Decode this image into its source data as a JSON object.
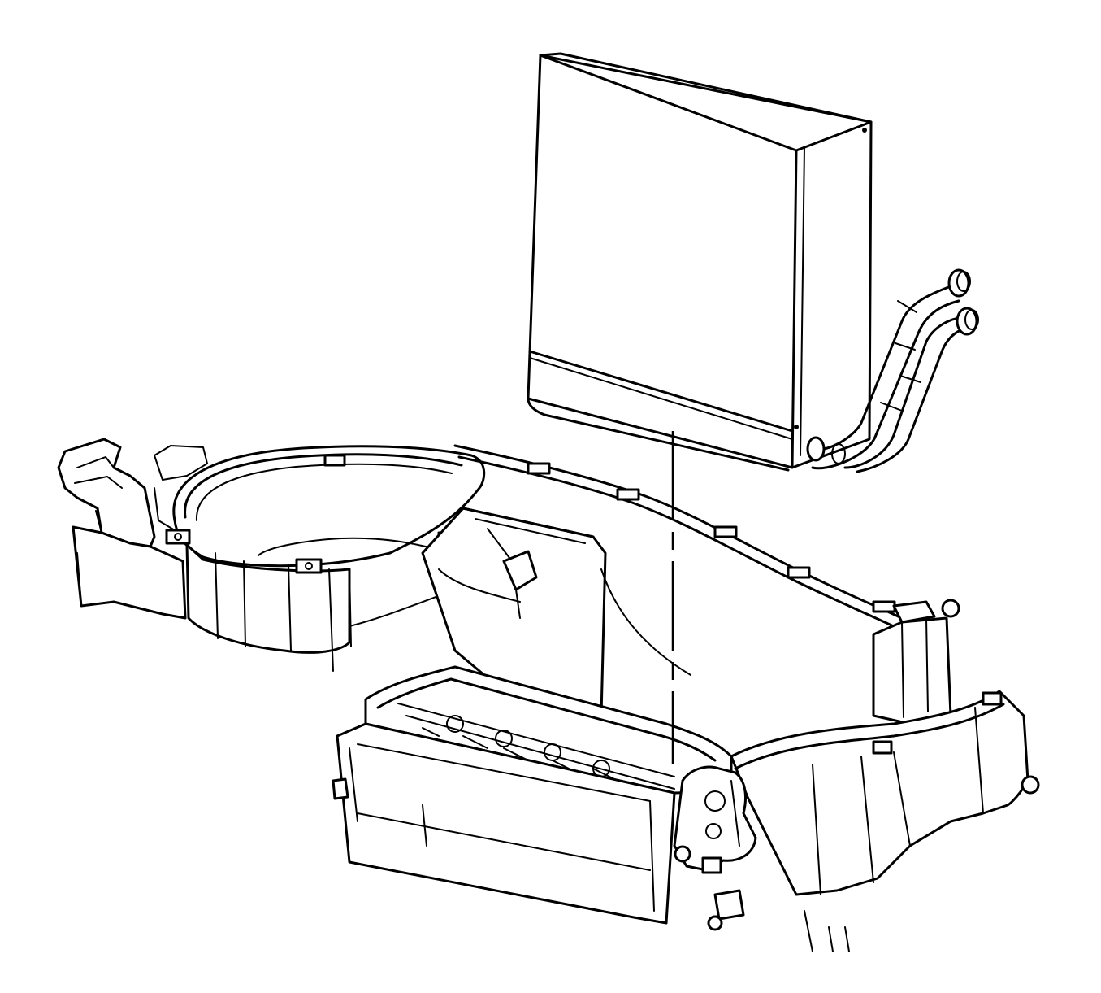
{
  "figure": {
    "background": "#ffffff",
    "line_color": "#000000"
  },
  "parts": {
    "heater_core": "heater-core",
    "pipes": "heater-core-pipes",
    "housing": "hvac-module-housing",
    "blower_opening": "blower-motor-opening",
    "actuator": "mode-door-actuator"
  }
}
